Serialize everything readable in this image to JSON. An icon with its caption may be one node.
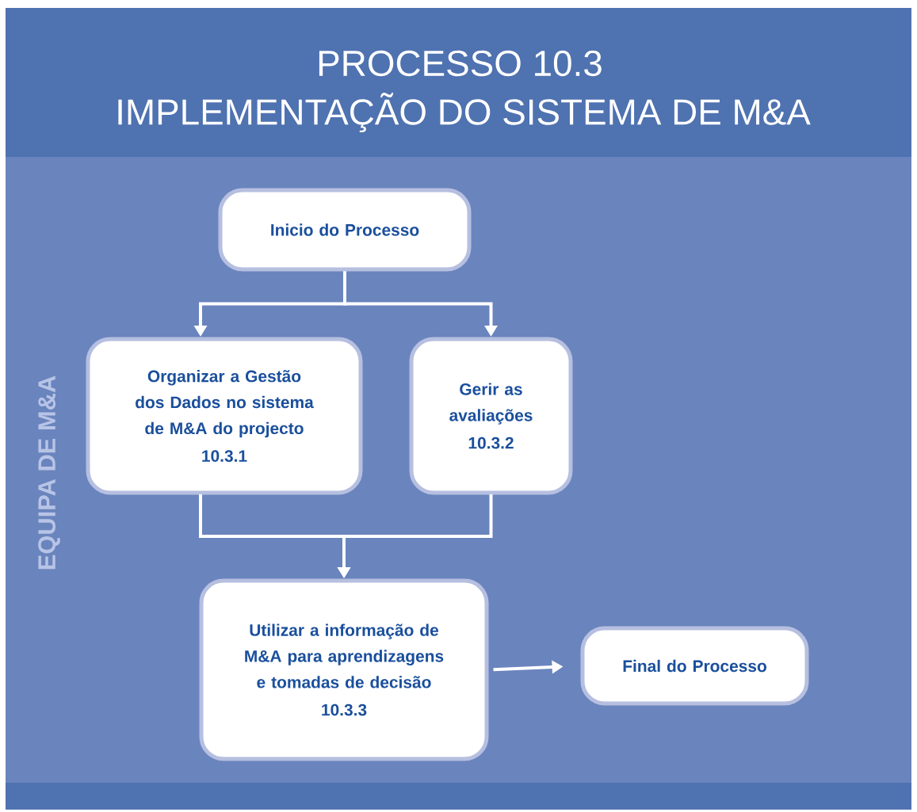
{
  "diagram": {
    "title": "PROCESSO 10.3",
    "nodes": [
      {
        "text": [
          "Inicio do Processo"
        ]
      },
      {
        "text": [
          "Organizar a Gestão dos Dados no sistema de M&A do projecto",
          "10.3.1"
        ]
      },
      {
        "text": [
          "Gerir as avaliações",
          "10.3.2"
        ]
      },
      {
        "text": [
          "Utilizar a informação de M&A para aprendizagens e tomadas de decisão",
          "10.3.3"
        ]
      },
      {
        "text": [
          "Final do Processo"
        ]
      }
    ],
    "edges": [
      {
        "from": 0,
        "to": 1,
        "arrow": "to"
      },
      {
        "from": 0,
        "to": 2,
        "arrow": "to"
      },
      {
        "from": 1,
        "to": 3,
        "arrow": "to"
      },
      {
        "from": 2,
        "to": 3,
        "arrow": "to"
      },
      {
        "from": 3,
        "to": 4,
        "arrow": "to"
      }
    ],
    "labels": [
      "IMPLEMENTAÇÃO DO SISTEMA DE M&A",
      "EQUIPA DE M&A"
    ]
  }
}
